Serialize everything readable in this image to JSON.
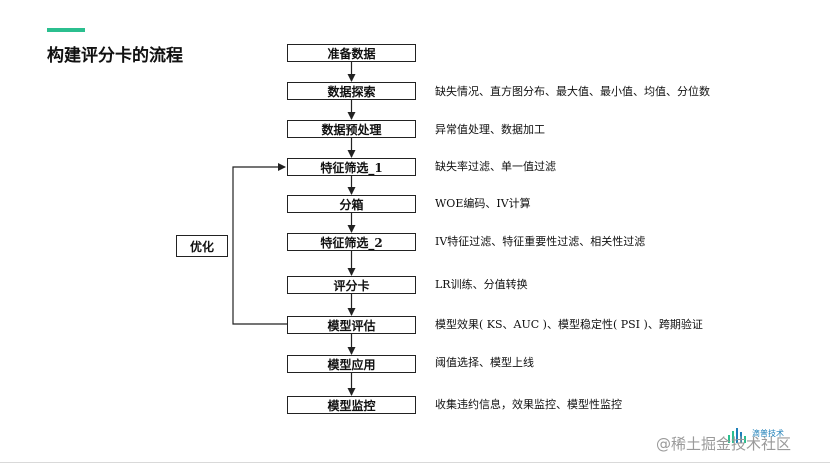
{
  "header": {
    "title": "构建评分卡的流程",
    "accent_color": "#2bbf8f"
  },
  "flow": {
    "steps": [
      {
        "label": "准备数据",
        "note": ""
      },
      {
        "label": "数据探索",
        "note": "缺失情况、直方图分布、最大值、最小值、均值、分位数"
      },
      {
        "label": "数据预处理",
        "note": "异常值处理、数据加工"
      },
      {
        "label": "特征筛选_1",
        "note": "缺失率过滤、单一值过滤"
      },
      {
        "label": "分箱",
        "note": "WOE编码、IV计算"
      },
      {
        "label": "特征筛选_2",
        "note": "IV特征过滤、特征重要性过滤、相关性过滤"
      },
      {
        "label": "评分卡",
        "note": "LR训练、分值转换"
      },
      {
        "label": "模型评估",
        "note": "模型效果( KS、AUC )、模型稳定性( PSI )、跨期验证"
      },
      {
        "label": "模型应用",
        "note": "阈值选择、模型上线"
      },
      {
        "label": "模型监控",
        "note": "收集违约信息，效果监控、模型性监控"
      }
    ],
    "feedback": {
      "label": "优化",
      "from": "模型评估",
      "to": "特征筛选_1"
    }
  },
  "footer": {
    "logo_text": "滴普技术",
    "watermark": "@稀土掘金技术社区"
  }
}
